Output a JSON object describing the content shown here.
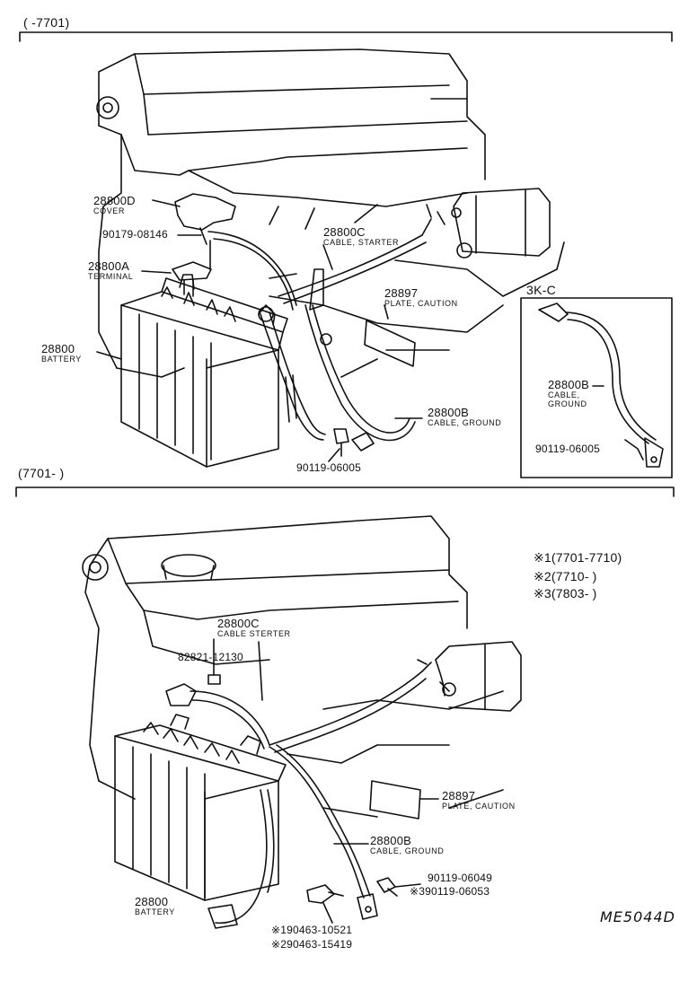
{
  "top": {
    "range": "(     -7701)",
    "cover_pn": "28800D",
    "cover_name": "COVER",
    "bolt_top": "90179-08146",
    "terminal_pn": "28800A",
    "terminal_name": "TERMINAL",
    "starter_pn": "28800C",
    "starter_name": "CABLE, STARTER",
    "caution_pn": "28897",
    "caution_name": "PLATE, CAUTION",
    "battery_pn": "28800",
    "battery_name": "BATTERY",
    "ground_pn": "28800B",
    "ground_name": "CABLE, GROUND",
    "bolt_bottom": "90119-06005",
    "inset_title": "3K-C",
    "inset_ground_pn": "28800B",
    "inset_ground_name1": "CABLE,",
    "inset_ground_name2": "GROUND",
    "inset_bolt": "90119-06005"
  },
  "bottom": {
    "range": "(7701-      )",
    "notes": [
      "※1(7701-7710)",
      "※2(7710-      )",
      "※3(7803-      )"
    ],
    "starter_pn": "28800C",
    "starter_name": "CABLE STERTER",
    "clamp_pn": "82821-12130",
    "caution_pn": "28897",
    "caution_name": "PLATE, CAUTION",
    "ground_pn": "28800B",
    "ground_name": "CABLE, GROUND",
    "bolt1": "90119-06049",
    "bolt2": "※390119-06053",
    "battery_pn": "28800",
    "battery_name": "BATTERY",
    "clip1": "※190463-10521",
    "clip2": "※290463-15419"
  },
  "drawing_code": "ME5044D"
}
